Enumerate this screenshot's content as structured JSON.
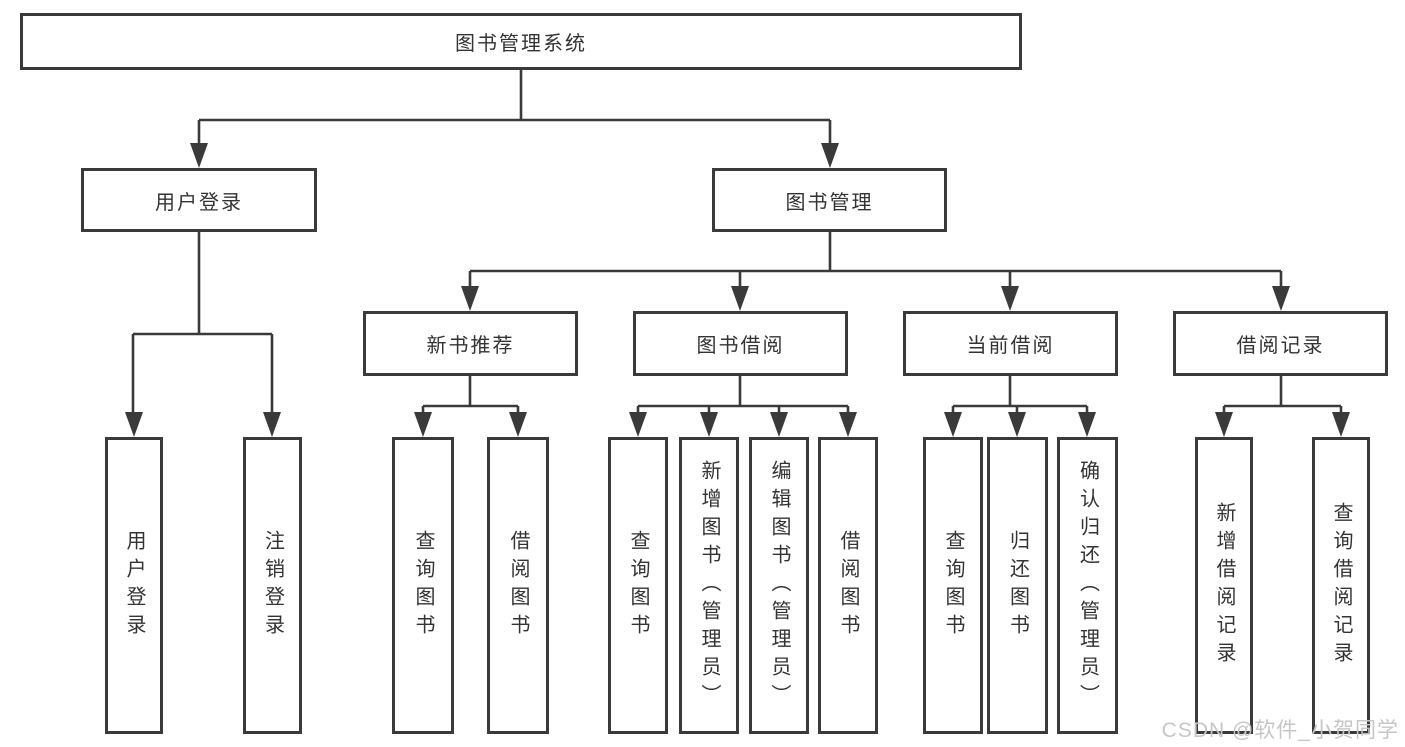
{
  "diagram": {
    "root": {
      "label": "图书管理系统"
    },
    "level2": [
      {
        "label": "用户登录"
      },
      {
        "label": "图书管理"
      }
    ],
    "level3": [
      {
        "label": "新书推荐"
      },
      {
        "label": "图书借阅"
      },
      {
        "label": "当前借阅"
      },
      {
        "label": "借阅记录"
      }
    ],
    "leaves": {
      "login": [
        {
          "label": "用户登录"
        },
        {
          "label": "注销登录"
        }
      ],
      "newbook": [
        {
          "label": "查询图书"
        },
        {
          "label": "借阅图书"
        }
      ],
      "borrow": [
        {
          "label": "查询图书"
        },
        {
          "label": "新增图书（管理员）"
        },
        {
          "label": "编辑图书（管理员）"
        },
        {
          "label": "借阅图书"
        }
      ],
      "current": [
        {
          "label": "查询图书"
        },
        {
          "label": "归还图书"
        },
        {
          "label": "确认归还（管理员）"
        }
      ],
      "records": [
        {
          "label": "新增借阅记录"
        },
        {
          "label": "查询借阅记录"
        }
      ]
    },
    "watermark": "CSDN @软件_小贺同学",
    "colors": {
      "line": "#3a3a3a",
      "text": "#333333",
      "watermark": "#c6c6c6",
      "background": "#ffffff"
    }
  }
}
